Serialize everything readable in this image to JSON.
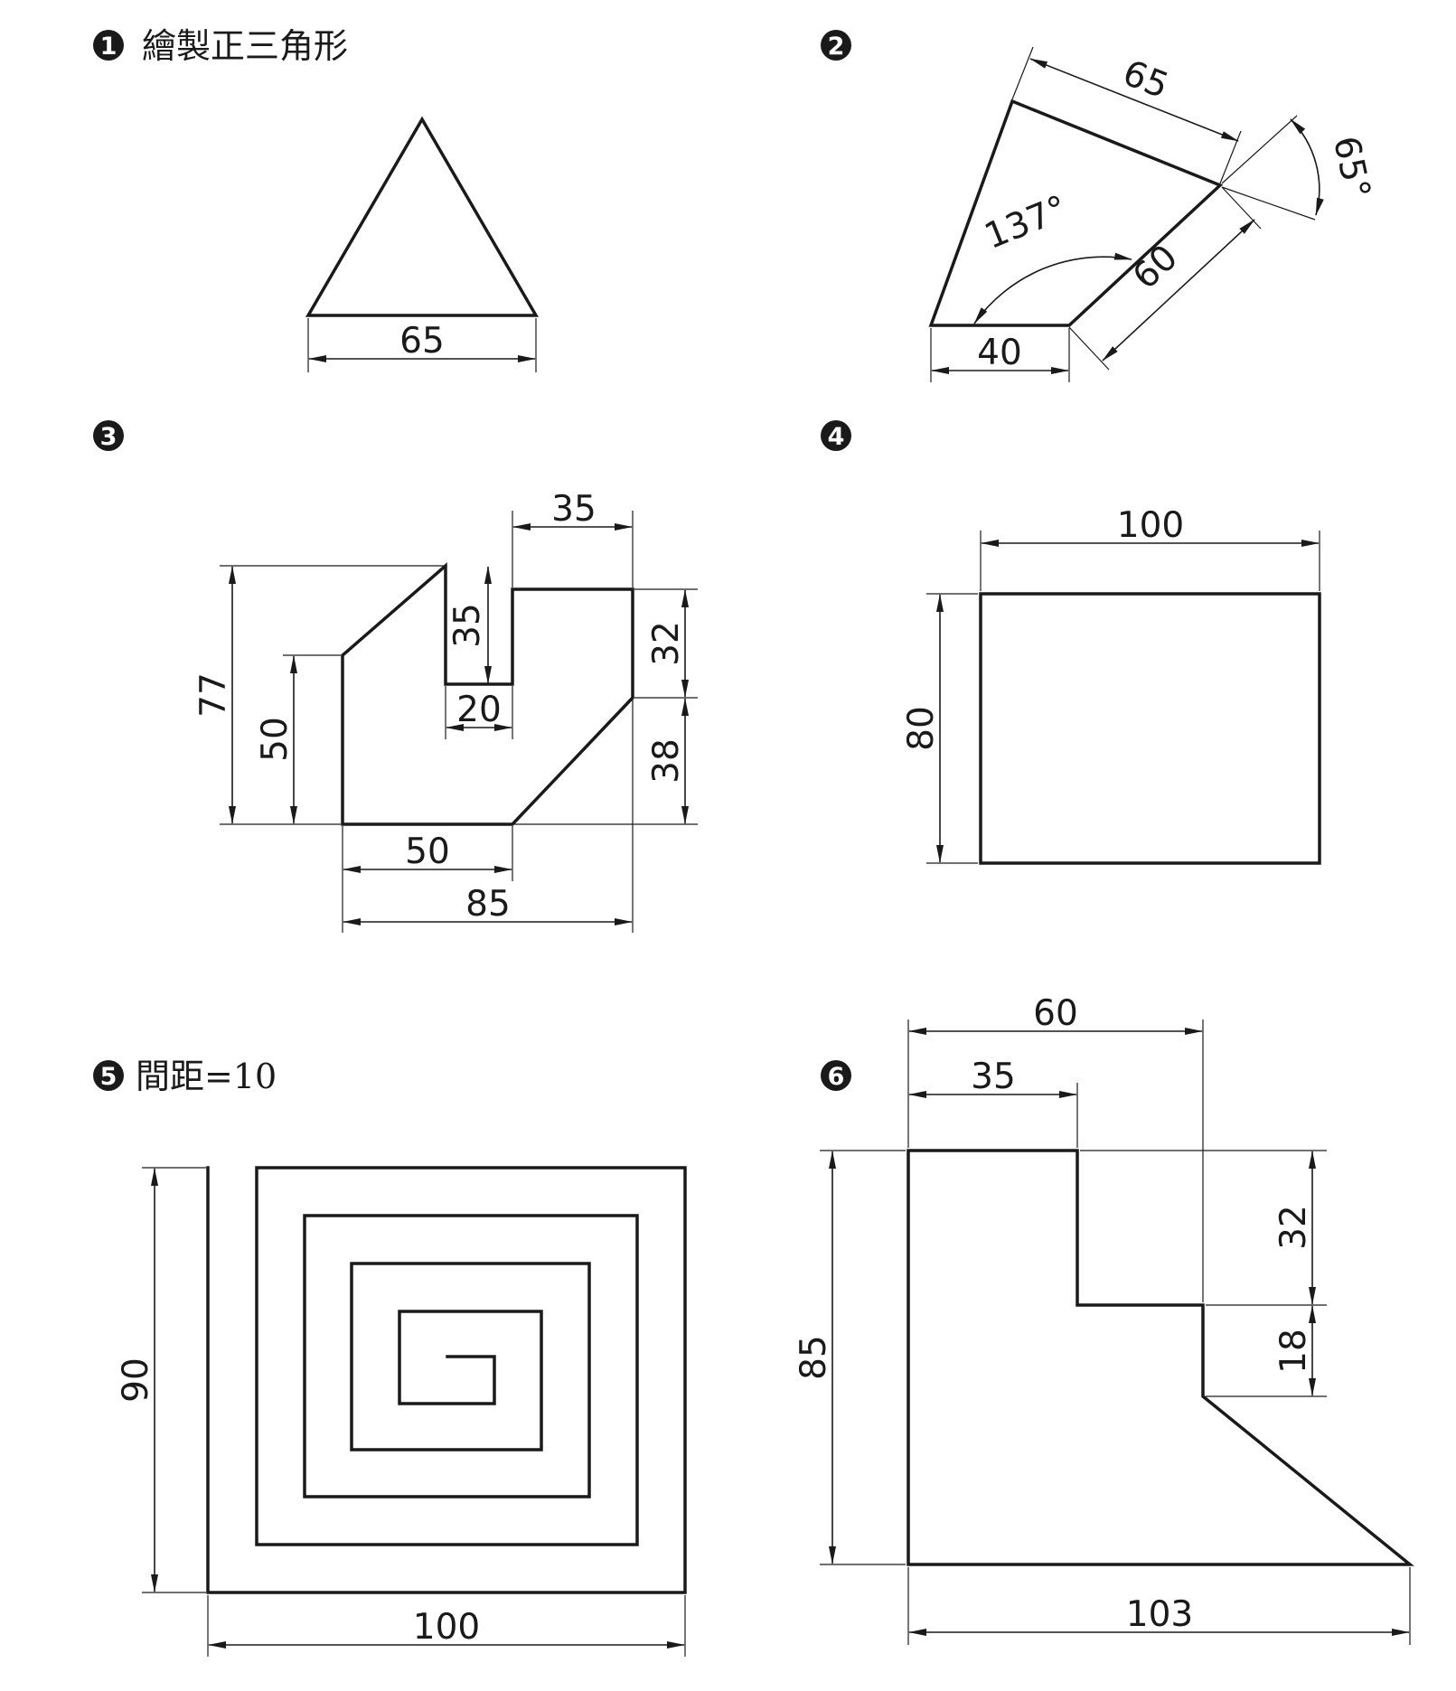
{
  "figure_1": {
    "badge": "1",
    "title": "繪製正三角形",
    "dims": {
      "base": "65"
    }
  },
  "figure_2": {
    "badge": "2",
    "dims": {
      "top": "65",
      "angle_right": "65°",
      "angle_inner": "137°",
      "side": "60",
      "base": "40"
    }
  },
  "figure_3": {
    "badge": "3",
    "dims": {
      "top": "35",
      "slot_depth": "35",
      "slot_width": "20",
      "right_upper": "32",
      "right_lower": "38",
      "height": "77",
      "left_height": "50",
      "bottom_flat": "50",
      "total_width": "85"
    }
  },
  "figure_4": {
    "badge": "4",
    "dims": {
      "width": "100",
      "height": "80"
    }
  },
  "figure_5": {
    "badge": "5",
    "title": "間距=10",
    "dims": {
      "height": "90",
      "width": "100"
    }
  },
  "figure_6": {
    "badge": "6",
    "dims": {
      "top_total": "60",
      "top_step": "35",
      "right_upper": "32",
      "right_lower": "18",
      "height": "85",
      "width": "103"
    }
  }
}
